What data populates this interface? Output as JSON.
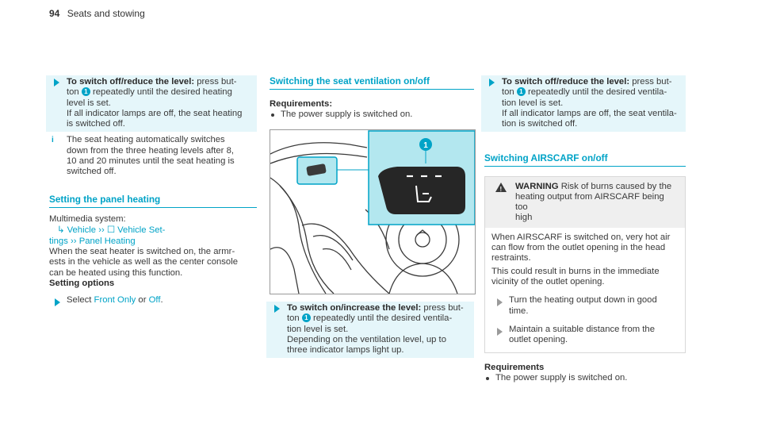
{
  "header": {
    "page_number": "94",
    "title": "Seats and stowing"
  },
  "col1": {
    "step1": {
      "lead": "To switch off/reduce the level:",
      "text1": " press but-",
      "text2": "ton",
      "marker": "1",
      "text3": " repeatedly until the desired heating",
      "text4": "level is set.",
      "text5": "If all indicator lamps are off, the seat heating",
      "text6": "is switched off."
    },
    "note": {
      "icon": "i",
      "l1": "The seat heating automatically switches",
      "l2": "down from the three heating levels after 8,",
      "l3": "10 and 20 minutes until the seat heating is",
      "l4": "switched off."
    },
    "section_title": "Setting the panel heating",
    "ms_label": "Multimedia system:",
    "path": {
      "p1": "Vehicle",
      "p2": "Vehicle Set-",
      "p3": "tings",
      "p4": "Panel Heating"
    },
    "body1": "When the seat heater is switched on, the armr-",
    "body2": "ests in the vehicle as well as the center console",
    "body3": "can be heated using this function.",
    "options_label": "Setting options",
    "step2": {
      "pre": "Select ",
      "opt1": "Front Only",
      "mid": " or ",
      "opt2": "Off",
      "post": "."
    }
  },
  "col2": {
    "section_title": "Switching the seat ventilation on/off",
    "req_label": "Requirements:",
    "req1": "The power supply is switched on.",
    "figure_marker": "1",
    "step": {
      "lead": "To switch on/increase the level:",
      "t1": " press but-",
      "t2": "ton",
      "marker": "1",
      "t3": " repeatedly until the desired ventila-",
      "t4": "tion level is set.",
      "t5": "Depending on the ventilation level, up to",
      "t6": "three indicator lamps light up."
    }
  },
  "col3": {
    "step": {
      "lead": "To switch off/reduce the level:",
      "t1": " press but-",
      "t2": "ton",
      "marker": "1",
      "t3": " repeatedly until the desired ventila-",
      "t4": "tion level is set.",
      "t5": "If all indicator lamps are off, the seat ventila-",
      "t6": "tion is switched off."
    },
    "section_title": "Switching AIRSCARF on/off",
    "warning": {
      "label": "WARNING",
      "t1": " Risk of burns caused by the",
      "t2": "heating output from AIRSCARF being too",
      "t3": "high",
      "b1": "When AIRSCARF is switched on, very hot air",
      "b2": "can flow from the outlet opening in the head",
      "b3": "restraints.",
      "b4": "This could result in burns in the immediate",
      "b5": "vicinity of the outlet opening.",
      "s1a": "Turn the heating output down in good",
      "s1b": "time.",
      "s2a": "Maintain a suitable distance from the",
      "s2b": "outlet opening."
    },
    "req_label": "Requirements",
    "req1": "The power supply is switched on."
  },
  "colors": {
    "accent": "#00a3c7",
    "band": "#e5f6fa",
    "figure_highlight": "#b3e7ef"
  }
}
